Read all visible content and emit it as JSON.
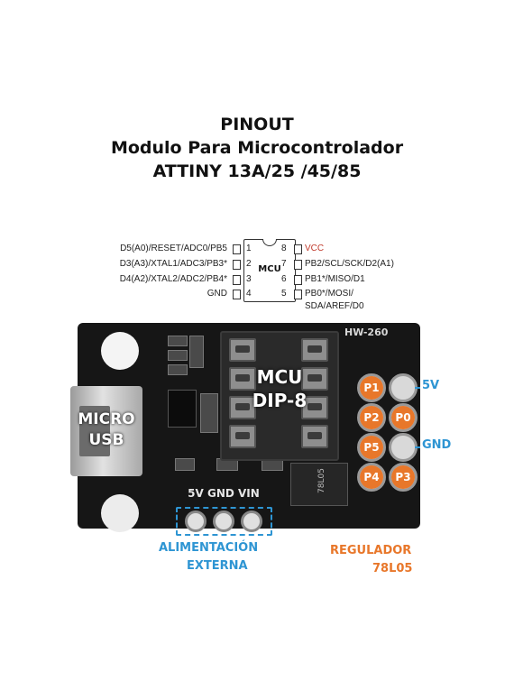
{
  "title": {
    "line1": "PINOUT",
    "line2": "Modulo Para Microcontrolador",
    "line3": "ATTINY 13A/25 /45/85"
  },
  "pinout": {
    "chip_label": "MCU",
    "left_pins": [
      {
        "num": "1",
        "label": "D5(A0)/RESET/ADC0/PB5"
      },
      {
        "num": "2",
        "label": "D3(A3)/XTAL1/ADC3/PB3*"
      },
      {
        "num": "3",
        "label": "D4(A2)/XTAL2/ADC2/PB4*"
      },
      {
        "num": "4",
        "label": "GND"
      }
    ],
    "right_pins": [
      {
        "num": "8",
        "label": "VCC"
      },
      {
        "num": "7",
        "label": "PB2/SCL/SCK/D2(A1)"
      },
      {
        "num": "6",
        "label": "PB1*/MISO/D1"
      },
      {
        "num": "5",
        "label": "PB0*/MOSI/",
        "label2": "SDA/AREF/D0"
      }
    ]
  },
  "board": {
    "model": "HW-260",
    "socket_label_line1": "MCU",
    "socket_label_line2": "DIP-8",
    "usb_label_line1": "MICRO",
    "usb_label_line2": "USB",
    "power_pins_label": "5V GND VIN",
    "regulator_marking": "78L05",
    "pads": [
      "P1",
      "P2",
      "P0",
      "P5",
      "P4",
      "P3"
    ]
  },
  "annotations": {
    "five_v": "5V",
    "gnd": "GND",
    "ext_power_line1": "ALIMENTACIÓN",
    "ext_power_line2": "EXTERNA",
    "regulator_line1": "REGULADOR",
    "regulator_line2": "78L05"
  },
  "colors": {
    "accent_blue": "#2e95d3",
    "accent_orange": "#e8772a",
    "vcc_red": "#c0392b",
    "board": "#161616"
  }
}
